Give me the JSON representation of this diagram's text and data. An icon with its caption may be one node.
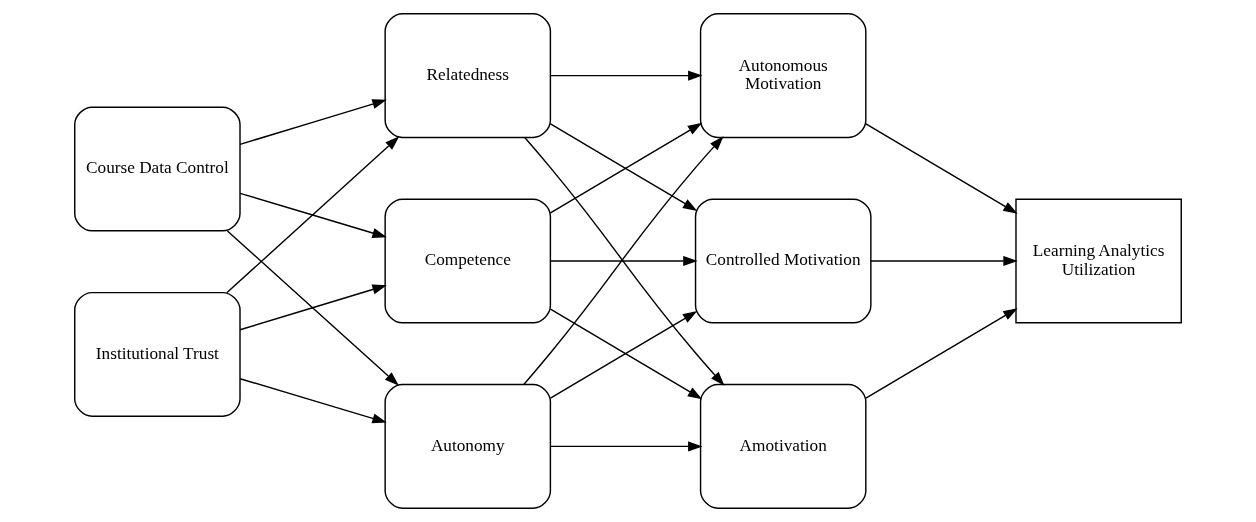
{
  "diagram": {
    "nodes": [
      {
        "text": [
          "Course Data Control"
        ]
      },
      {
        "text": [
          "Institutional Trust"
        ]
      },
      {
        "text": [
          "Relatedness"
        ]
      },
      {
        "text": [
          "Competence"
        ]
      },
      {
        "text": [
          "Autonomy"
        ]
      },
      {
        "text": [
          "Autonomous Motivation"
        ]
      },
      {
        "text": [
          "Controlled Motivation"
        ]
      },
      {
        "text": [
          "Amotivation"
        ]
      },
      {
        "text": [
          "Learning Analytics Utilization"
        ]
      }
    ],
    "edges": [
      {
        "from": 0,
        "to": 2,
        "arrow": "to"
      },
      {
        "from": 0,
        "to": 3,
        "arrow": "to"
      },
      {
        "from": 0,
        "to": 4,
        "arrow": "to"
      },
      {
        "from": 1,
        "to": 2,
        "arrow": "to"
      },
      {
        "from": 1,
        "to": 3,
        "arrow": "to"
      },
      {
        "from": 1,
        "to": 4,
        "arrow": "to"
      },
      {
        "from": 2,
        "to": 5,
        "arrow": "to"
      },
      {
        "from": 2,
        "to": 6,
        "arrow": "to"
      },
      {
        "from": 2,
        "to": 7,
        "arrow": "to"
      },
      {
        "from": 3,
        "to": 5,
        "arrow": "to"
      },
      {
        "from": 3,
        "to": 6,
        "arrow": "to"
      },
      {
        "from": 3,
        "to": 7,
        "arrow": "to"
      },
      {
        "from": 4,
        "to": 5,
        "arrow": "to"
      },
      {
        "from": 4,
        "to": 6,
        "arrow": "to"
      },
      {
        "from": 4,
        "to": 7,
        "arrow": "to"
      },
      {
        "from": 5,
        "to": 8,
        "arrow": "to"
      },
      {
        "from": 6,
        "to": 8,
        "arrow": "to"
      },
      {
        "from": 7,
        "to": 8,
        "arrow": "to"
      }
    ]
  }
}
